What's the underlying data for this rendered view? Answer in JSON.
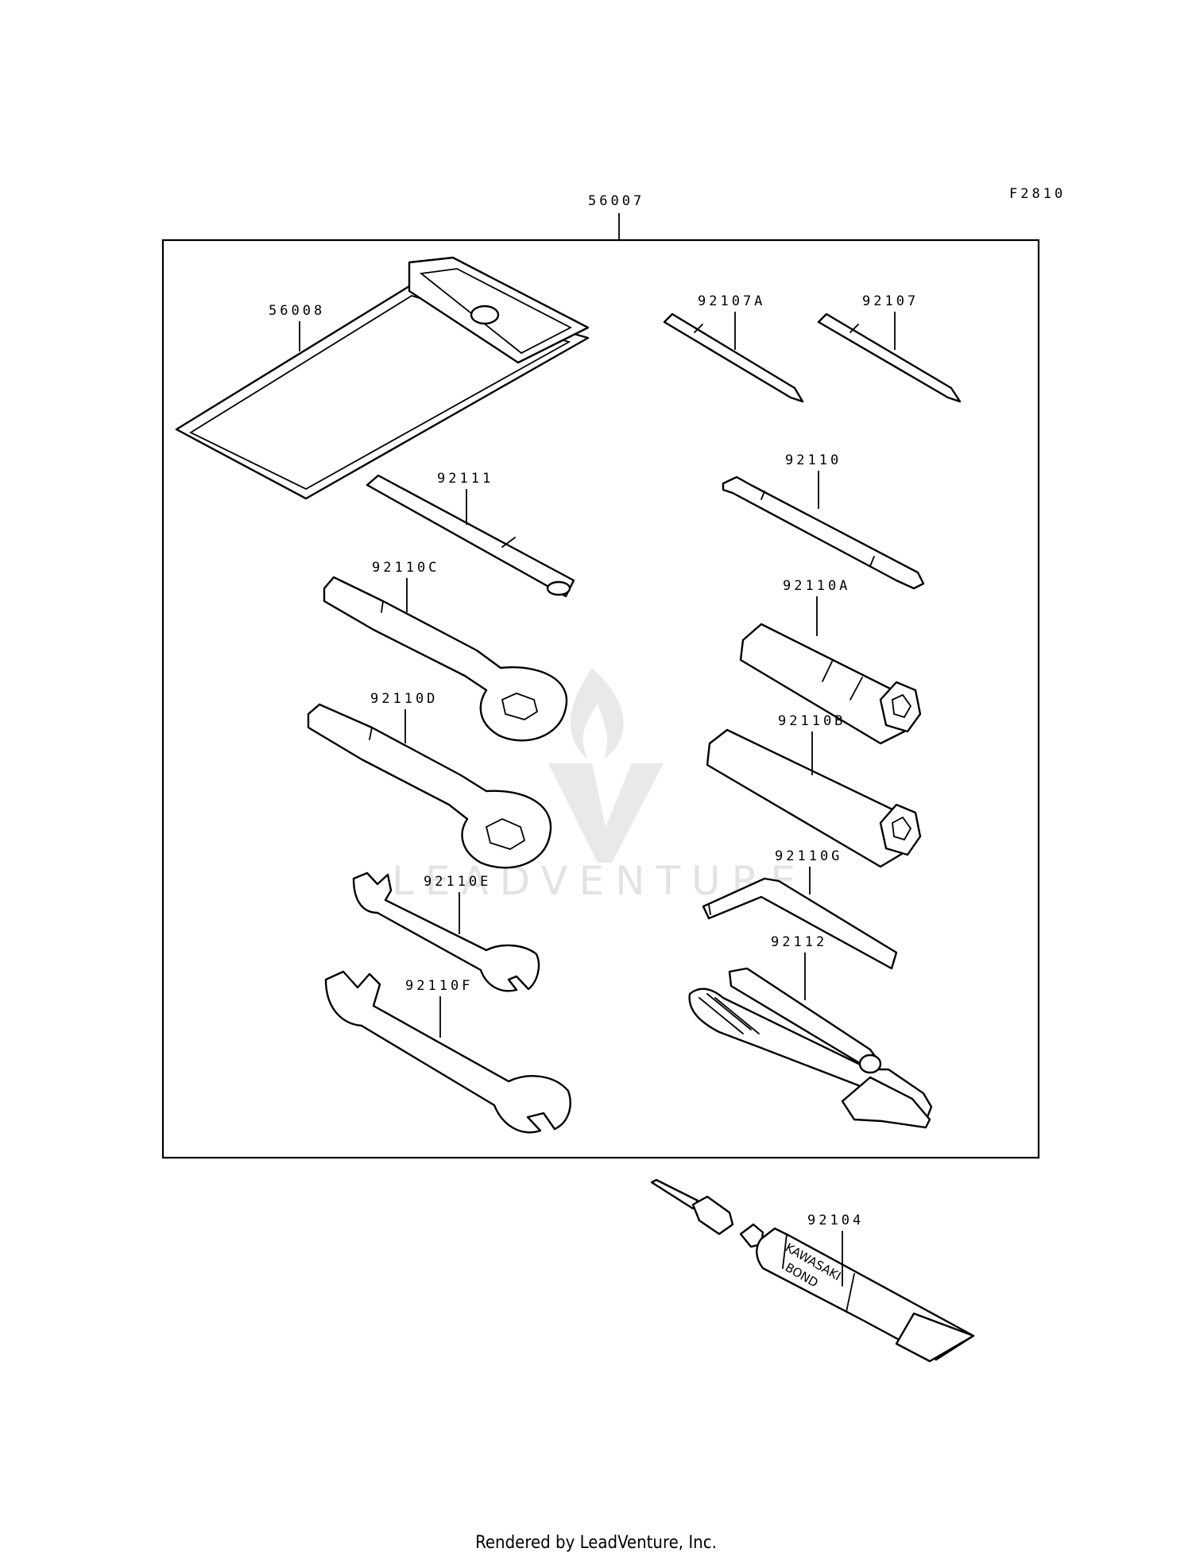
{
  "diagram": {
    "code": "F2810",
    "assembly_part": "56007",
    "parts": [
      {
        "id": "pouch",
        "number": "56008",
        "icon": "tool-pouch-icon"
      },
      {
        "id": "screwdriver-a",
        "number": "92107A",
        "icon": "screwdriver-bit-icon"
      },
      {
        "id": "screwdriver",
        "number": "92107",
        "icon": "screwdriver-bit-icon"
      },
      {
        "id": "handle",
        "number": "92111",
        "icon": "handle-bar-icon"
      },
      {
        "id": "spanner",
        "number": "92110",
        "icon": "spoke-wrench-icon"
      },
      {
        "id": "ring-wrench-c",
        "number": "92110C",
        "icon": "ring-wrench-icon"
      },
      {
        "id": "socket-a",
        "number": "92110A",
        "icon": "box-socket-icon"
      },
      {
        "id": "ring-wrench-d",
        "number": "92110D",
        "icon": "ring-wrench-icon"
      },
      {
        "id": "socket-b",
        "number": "92110B",
        "icon": "box-socket-icon"
      },
      {
        "id": "hex-key",
        "number": "92110G",
        "icon": "hex-key-icon"
      },
      {
        "id": "open-wrench-e",
        "number": "92110E",
        "icon": "open-end-wrench-icon"
      },
      {
        "id": "pliers",
        "number": "92112",
        "icon": "pliers-icon"
      },
      {
        "id": "open-wrench-f",
        "number": "92110F",
        "icon": "open-end-wrench-icon"
      },
      {
        "id": "bond",
        "number": "92104",
        "icon": "bond-tube-icon",
        "tube_text": [
          "KAWASAKI",
          "BOND"
        ]
      }
    ]
  },
  "watermark": {
    "text": "LEADVENTURE",
    "icon": "leadventure-logo-icon"
  },
  "footer": {
    "text": "Rendered by LeadVenture, Inc."
  }
}
